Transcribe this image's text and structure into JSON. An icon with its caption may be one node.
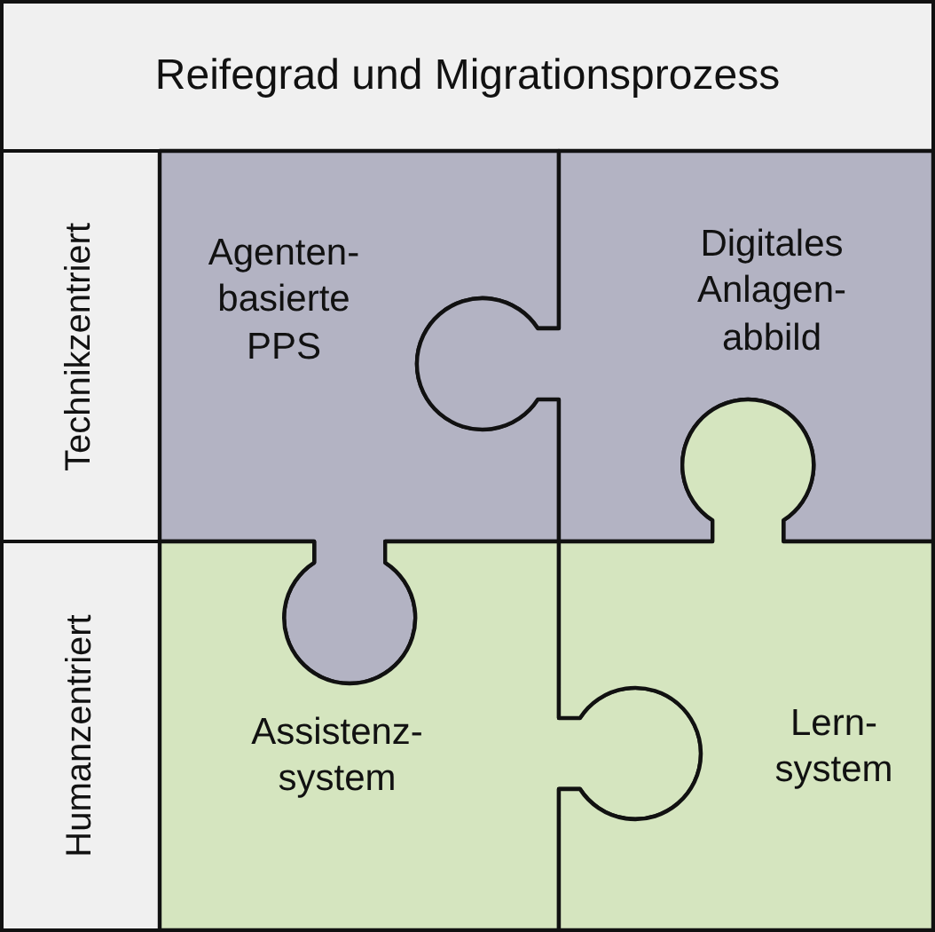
{
  "diagram": {
    "title": "Reifegrad und Migrationsprozess",
    "nodes": [
      {
        "text": [
          "Technikzentriert"
        ]
      },
      {
        "text": [
          "Humanzentriert"
        ]
      },
      {
        "text": [
          "Agenten- basierte PPS"
        ]
      },
      {
        "text": [
          "Digitales Anlagen- abbild"
        ]
      },
      {
        "text": [
          "Assistenz- system"
        ]
      },
      {
        "text": [
          "Lern- system"
        ]
      }
    ]
  }
}
